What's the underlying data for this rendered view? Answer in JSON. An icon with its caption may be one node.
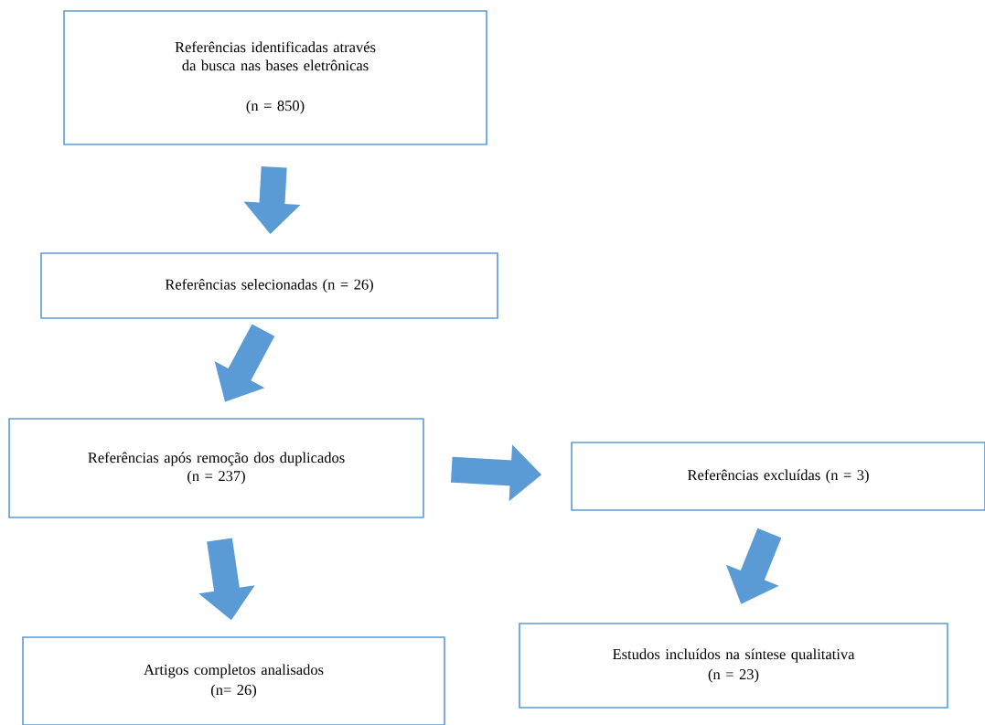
{
  "diagram": {
    "nodes": [
      {
        "text": [
          "Referências identificadas através da busca nas bases eletrônicas",
          "(n = 850)"
        ]
      },
      {
        "text": [
          "Referências selecionadas (n = 26)"
        ]
      },
      {
        "text": [
          "Referências após remoção dos duplicados",
          "(n = 237)"
        ]
      },
      {
        "text": [
          "Referências excluídas (n = 3)"
        ]
      },
      {
        "text": [
          "Artigos completos analisados",
          "(n= 26)"
        ]
      },
      {
        "text": [
          "Estudos incluídos na síntese qualitativa",
          "(n = 23)"
        ]
      }
    ],
    "edges": [
      {
        "from": 0,
        "to": 1,
        "arrow": "to"
      },
      {
        "from": 1,
        "to": 2,
        "arrow": "to"
      },
      {
        "from": 2,
        "to": 3,
        "arrow": "to"
      },
      {
        "from": 2,
        "to": 4,
        "arrow": "to"
      },
      {
        "from": 3,
        "to": 5,
        "arrow": "to"
      }
    ]
  }
}
